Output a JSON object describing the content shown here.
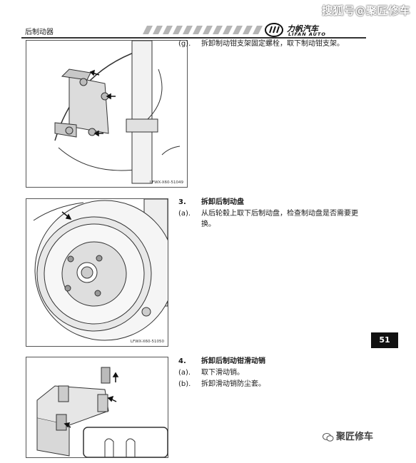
{
  "watermark_top": "搜狐号@聚匠修车",
  "header": {
    "section_title": "后制动器",
    "brand_cn": "力帆汽车",
    "brand_en": "LIFAN AUTO"
  },
  "figures": [
    {
      "code": "LFWX-X60-51049"
    },
    {
      "code": "LFWX-X60-51050"
    },
    {
      "code": ""
    }
  ],
  "steps": [
    {
      "num": "(g).",
      "text": "拆卸制动钳支架固定螺栓，取下制动钳支架。"
    },
    {
      "num": "3.",
      "text": "拆卸后制动盘",
      "bold": true
    },
    {
      "num": "(a).",
      "text": "从后轮毂上取下后制动盘，检查制动盘是否需要更换。"
    },
    {
      "num": "4.",
      "text": "拆卸后制动钳滑动销",
      "bold": true
    },
    {
      "num": "(a).",
      "text": "取下滑动销。"
    },
    {
      "num": "(b).",
      "text": "拆卸滑动销防尘套。"
    }
  ],
  "page_number": "51",
  "watermark_bottom": "聚匠修车"
}
